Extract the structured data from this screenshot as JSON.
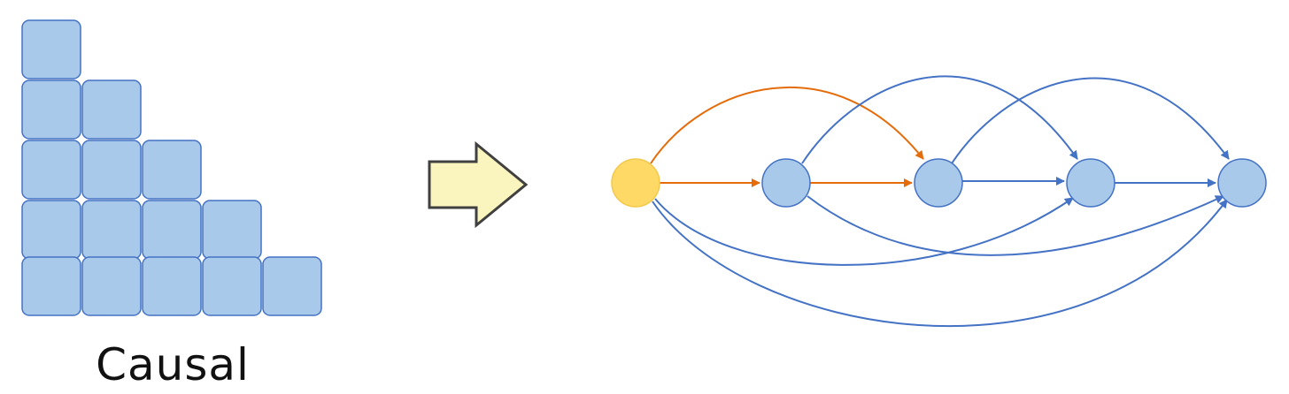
{
  "caption": "Causal",
  "mask": {
    "rows": 5,
    "fill_color": "#A9C9EB",
    "stroke_color": "#4472C4"
  },
  "arrow": {
    "fill_color": "#FAF4BE",
    "stroke_color": "#404040"
  },
  "graph": {
    "nodes": [
      {
        "id": "n0",
        "role": "source",
        "fill_color": "#FFD966",
        "stroke_color": "#F2C94C"
      },
      {
        "id": "n1",
        "role": "token",
        "fill_color": "#A9C9EB",
        "stroke_color": "#4472C4"
      },
      {
        "id": "n2",
        "role": "token",
        "fill_color": "#A9C9EB",
        "stroke_color": "#4472C4"
      },
      {
        "id": "n3",
        "role": "token",
        "fill_color": "#A9C9EB",
        "stroke_color": "#4472C4"
      },
      {
        "id": "n4",
        "role": "token",
        "fill_color": "#A9C9EB",
        "stroke_color": "#4472C4"
      }
    ],
    "edges": [
      {
        "from": "n0",
        "to": "n1",
        "kind": "straight",
        "color": "#E46C0A"
      },
      {
        "from": "n1",
        "to": "n2",
        "kind": "straight",
        "color": "#E46C0A"
      },
      {
        "from": "n0",
        "to": "n2",
        "kind": "arc-over",
        "color": "#E46C0A"
      },
      {
        "from": "n2",
        "to": "n3",
        "kind": "straight",
        "color": "#4472C4"
      },
      {
        "from": "n3",
        "to": "n4",
        "kind": "straight",
        "color": "#4472C4"
      },
      {
        "from": "n1",
        "to": "n3",
        "kind": "arc-over",
        "color": "#4472C4"
      },
      {
        "from": "n2",
        "to": "n4",
        "kind": "arc-over",
        "color": "#4472C4"
      },
      {
        "from": "n0",
        "to": "n3",
        "kind": "arc-under",
        "color": "#4472C4"
      },
      {
        "from": "n0",
        "to": "n4",
        "kind": "arc-under",
        "color": "#4472C4"
      },
      {
        "from": "n1",
        "to": "n4",
        "kind": "arc-under",
        "color": "#4472C4"
      }
    ]
  }
}
